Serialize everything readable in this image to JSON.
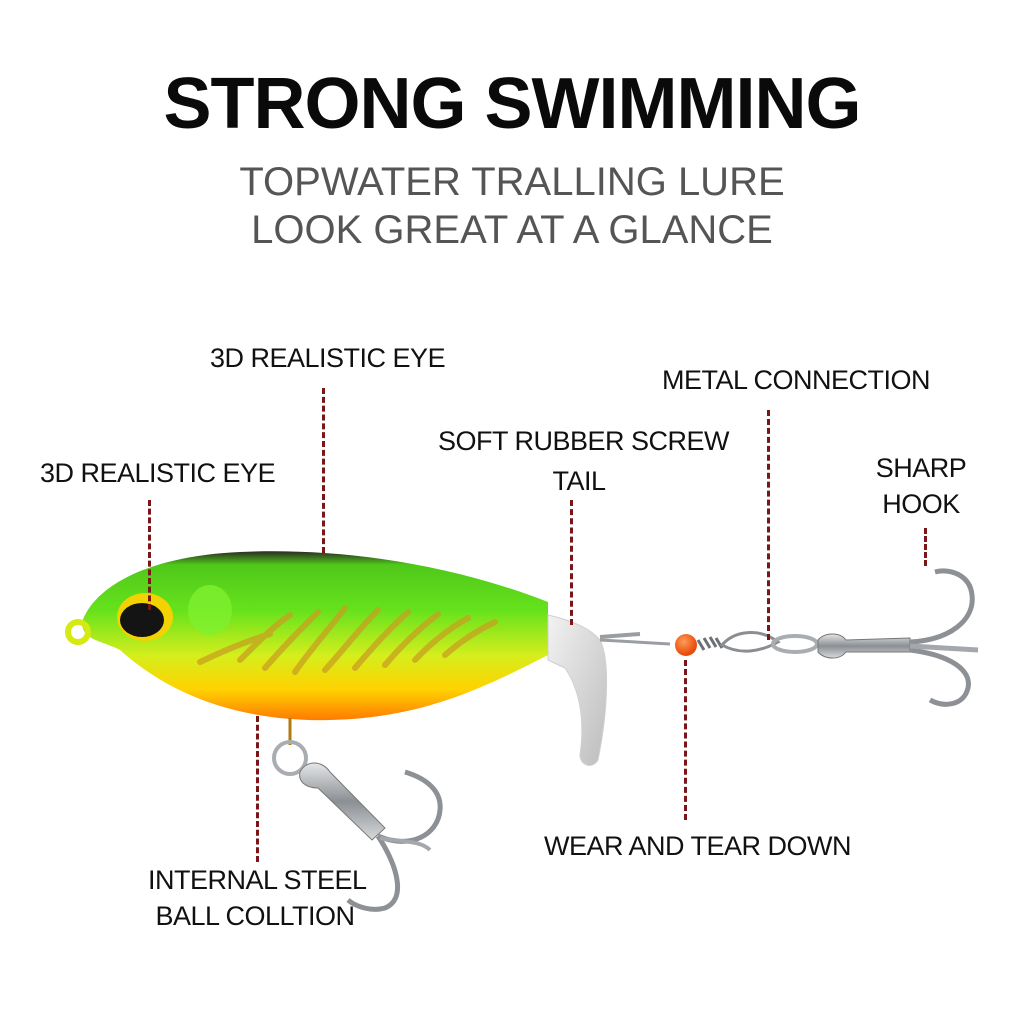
{
  "header": {
    "title": "STRONG SWIMMING",
    "subtitle_line1": "TOPWATER TRALLING LURE",
    "subtitle_line2": "LOOK GREAT AT A GLANCE"
  },
  "callouts": [
    {
      "id": "eye-front",
      "line1": "3D  REALISTIC EYE",
      "line2": ""
    },
    {
      "id": "eye-top",
      "line1": "3D REALISTIC EYE",
      "line2": ""
    },
    {
      "id": "tail",
      "line1": "SOFT  RUBBER SCREW",
      "line2": "TAIL"
    },
    {
      "id": "metal",
      "line1": "METAL CONNECTION",
      "line2": ""
    },
    {
      "id": "hook",
      "line1": "SHARP",
      "line2": "HOOK"
    },
    {
      "id": "steel-ball",
      "line1": "INTERNAL STEEL",
      "line2": "BALL COLLTION"
    },
    {
      "id": "wear",
      "line1": "WEAR AND TEAR DOWN",
      "line2": ""
    }
  ],
  "colors": {
    "leader_line": "#7a1518",
    "lure_green": "#5fe01a",
    "lure_yellow": "#e8f21a",
    "lure_orange": "#ff8a00",
    "lure_back": "#2b2b22",
    "bead": "#ff5a12",
    "metal": "#b8bcc0"
  }
}
